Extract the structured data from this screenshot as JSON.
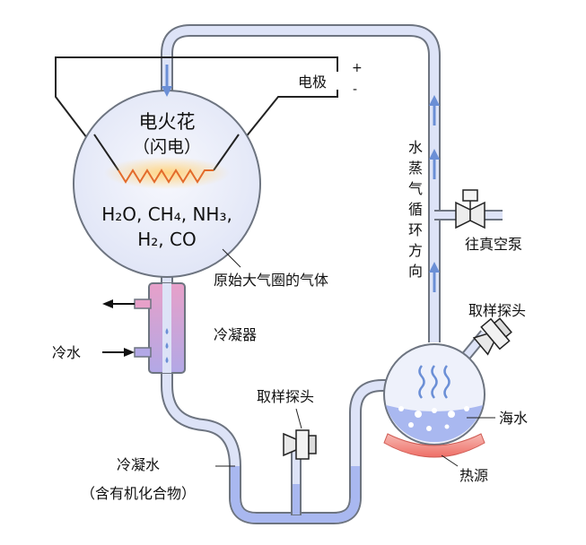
{
  "labels": {
    "electrode": "电极",
    "plus": "+",
    "minus": "-",
    "spark_line1": "电火花",
    "spark_line2": "（闪电）",
    "gases_line1": "H₂O, CH₄, NH₃,",
    "gases_line2": "H₂, CO",
    "atmosphere": "原始大气圈的气体",
    "condenser": "冷凝器",
    "cold_water": "冷水",
    "condensed_water": "冷凝水",
    "organic": "（含有机化合物）",
    "sampling_left": "取样探头",
    "sampling_right": "取样探头",
    "vapor_direction": [
      "水",
      "蒸",
      "气",
      "循",
      "环",
      "方",
      "向"
    ],
    "vacuum_pump": "往真空泵",
    "sea_water": "海水",
    "heat_source": "热源"
  },
  "colors": {
    "tube_fill": "#dde3f7",
    "tube_stroke": "#6d7480",
    "arrow_blue": "#6b8fd6",
    "water": "#a9b8f0",
    "condenser_top": "#e7a0c9",
    "condenser_bottom": "#b2a8e6",
    "spark": "#e36b2b",
    "heat": "#ef7b74"
  }
}
